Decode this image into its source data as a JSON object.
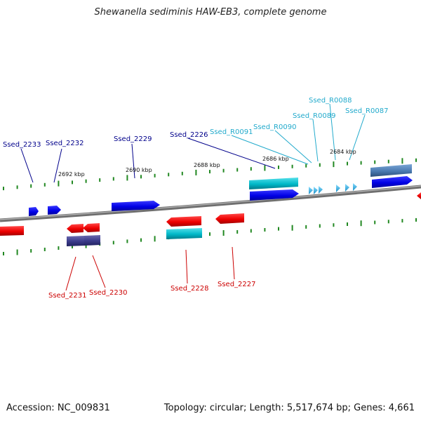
{
  "title": "Shewanella sediminis HAW-EB3, complete genome",
  "footer": {
    "accession": "Accession: NC_009831",
    "summary": "Topology: circular; Length: 5,517,674 bp; Genes: 4,661"
  },
  "colors": {
    "gene_forward": "#0000ee",
    "gene_reverse": "#ee0000",
    "cds_reverse_other": "#3a3a8a",
    "teal": "#00b8c8",
    "steelblue": "#4a7ab0",
    "rna": "#33bbee",
    "tick": "#228822",
    "backbone": "#777777",
    "label_blue": "#00008b",
    "label_red": "#cc0000",
    "label_cyan": "#22aacc"
  },
  "kbp_labels": [
    "2692 kbp",
    "2690 kbp",
    "2688 kbp",
    "2686 kbp",
    "2684 kbp"
  ],
  "gene_labels": {
    "top_blue": [
      "Ssed_2233",
      "Ssed_2232",
      "Ssed_2229",
      "Ssed_2226"
    ],
    "top_cyan": [
      "Ssed_R0091",
      "Ssed_R0090",
      "Ssed_R0089",
      "Ssed_R0088",
      "Ssed_R0087"
    ],
    "bottom_red": [
      "Ssed_2231",
      "Ssed_2230",
      "Ssed_2228",
      "Ssed_2227"
    ]
  }
}
